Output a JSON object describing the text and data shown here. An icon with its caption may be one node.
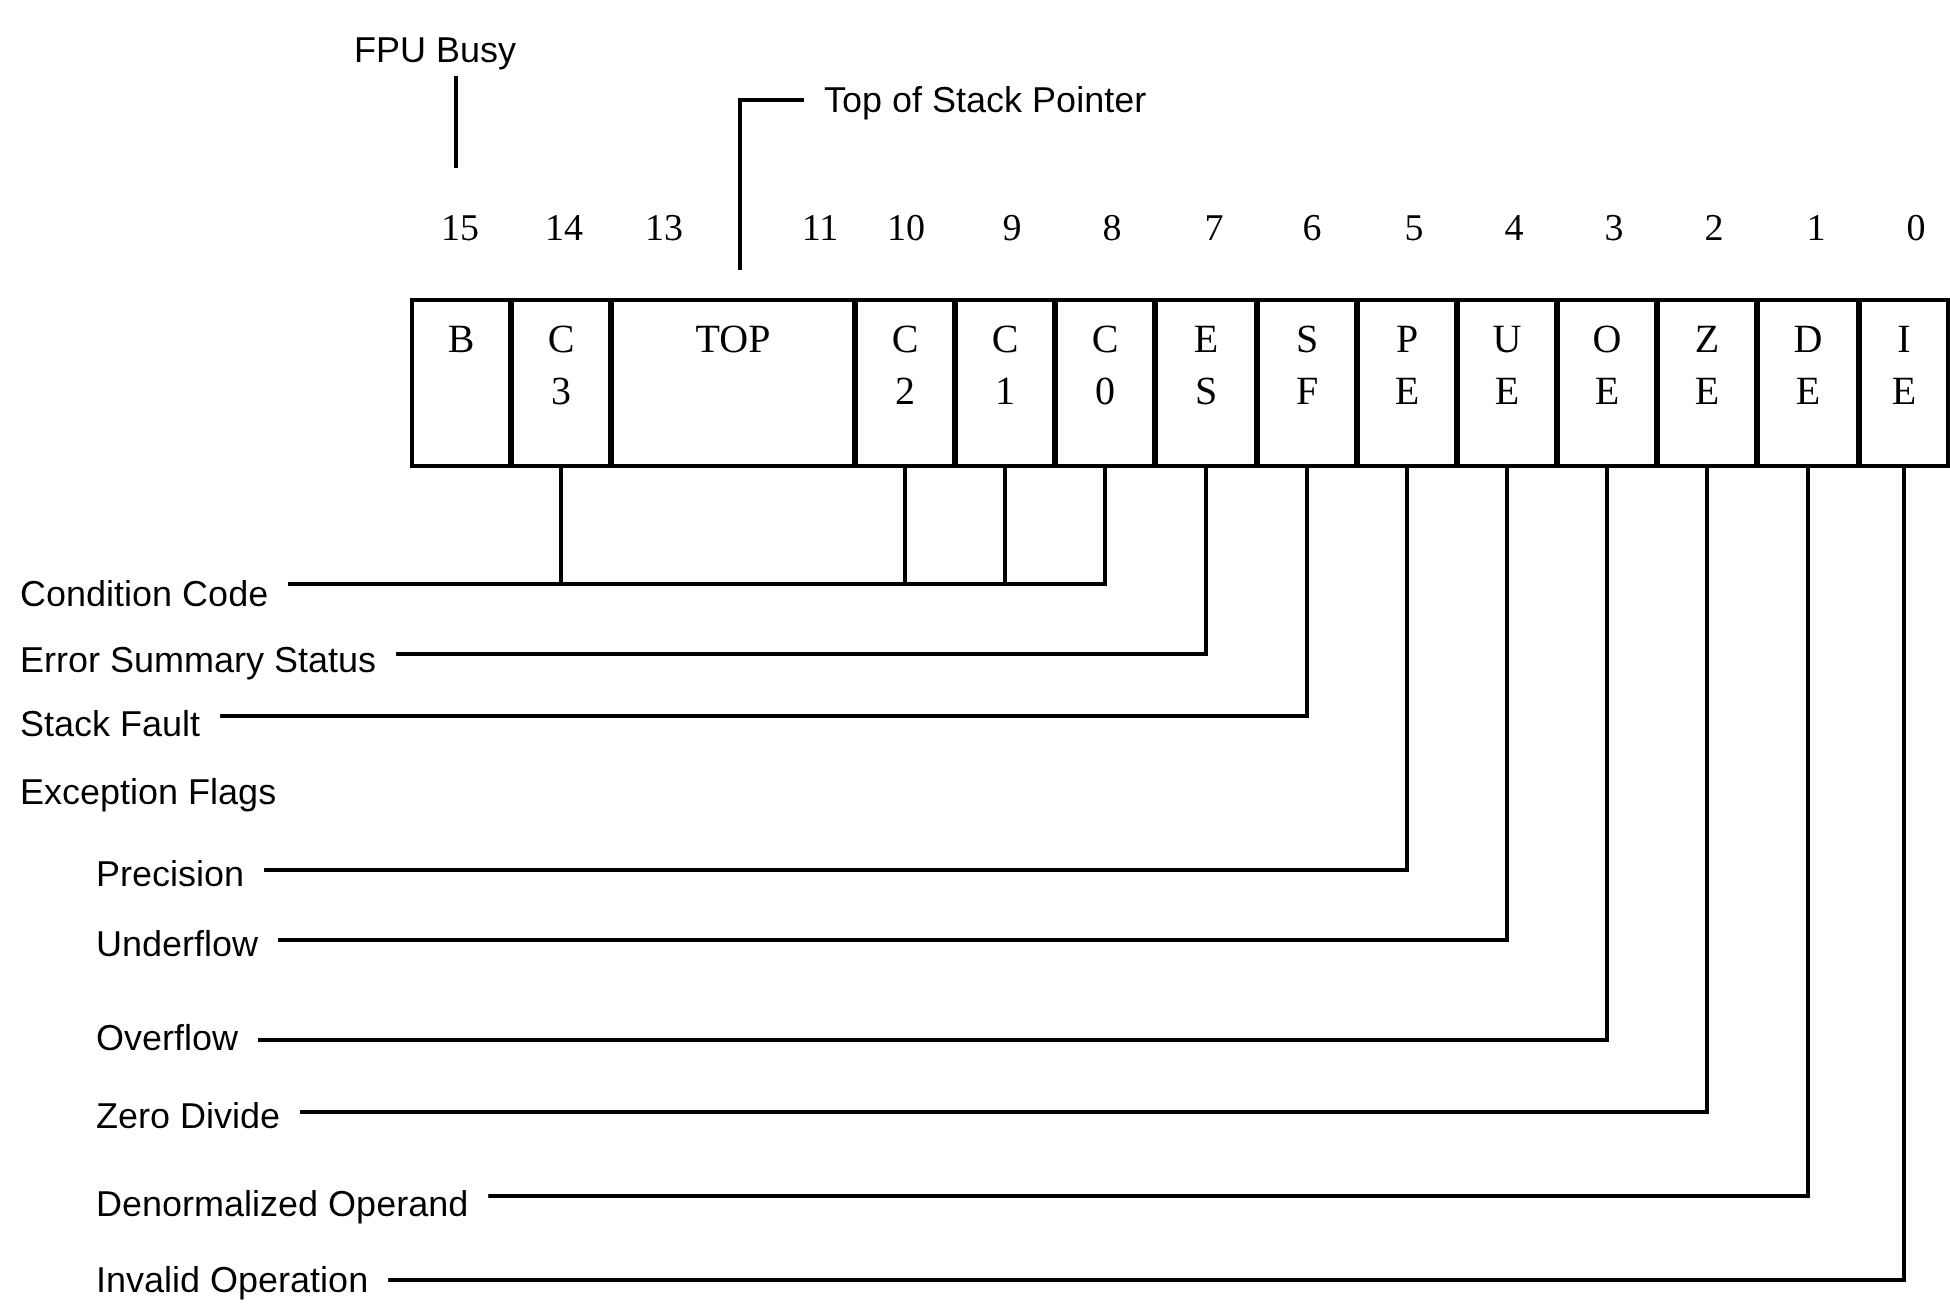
{
  "diagram": {
    "nodes": [
      {
        "text": [
          "FPU Busy"
        ]
      },
      {
        "text": [
          "Top of Stack Pointer"
        ]
      },
      {
        "text": [
          "B"
        ]
      },
      {
        "text": [
          "C 3"
        ]
      },
      {
        "text": [
          "TOP"
        ]
      },
      {
        "text": [
          "C 2"
        ]
      },
      {
        "text": [
          "C 1"
        ]
      },
      {
        "text": [
          "C 0"
        ]
      },
      {
        "text": [
          "E S"
        ]
      },
      {
        "text": [
          "S F"
        ]
      },
      {
        "text": [
          "P E"
        ]
      },
      {
        "text": [
          "U E"
        ]
      },
      {
        "text": [
          "O E"
        ]
      },
      {
        "text": [
          "Z E"
        ]
      },
      {
        "text": [
          "D E"
        ]
      },
      {
        "text": [
          "I E"
        ]
      },
      {
        "text": [
          "Condition Code"
        ]
      },
      {
        "text": [
          "Error Summary Status"
        ]
      },
      {
        "text": [
          "Stack Fault"
        ]
      },
      {
        "text": [
          "Precision"
        ]
      },
      {
        "text": [
          "Underflow"
        ]
      },
      {
        "text": [
          "Overflow"
        ]
      },
      {
        "text": [
          "Zero Divide"
        ]
      },
      {
        "text": [
          "Denormalized Operand"
        ]
      },
      {
        "text": [
          "Invalid Operation"
        ]
      }
    ],
    "edges": [
      {
        "from": 0,
        "to": null,
        "arrow": "none"
      },
      {
        "from": 1,
        "to": null,
        "arrow": "none"
      },
      {
        "from": 16,
        "to": 3,
        "arrow": "none"
      },
      {
        "from": 16,
        "to": 5,
        "arrow": "none"
      },
      {
        "from": 16,
        "to": 6,
        "arrow": "none"
      },
      {
        "from": 16,
        "to": 7,
        "arrow": "none"
      },
      {
        "from": 17,
        "to": 8,
        "arrow": "none"
      },
      {
        "from": 18,
        "to": 9,
        "arrow": "none"
      },
      {
        "from": 19,
        "to": 10,
        "arrow": "none"
      },
      {
        "from": 20,
        "to": 11,
        "arrow": "none"
      },
      {
        "from": 21,
        "to": 12,
        "arrow": "none"
      },
      {
        "from": 22,
        "to": 13,
        "arrow": "none"
      },
      {
        "from": 23,
        "to": 14,
        "arrow": "none"
      },
      {
        "from": 24,
        "to": 15,
        "arrow": "none"
      }
    ],
    "labels": [
      "15",
      "14",
      "13",
      "11",
      "10",
      "9",
      "8",
      "7",
      "6",
      "5",
      "4",
      "3",
      "2",
      "1",
      "0",
      "Exception Flags"
    ]
  }
}
